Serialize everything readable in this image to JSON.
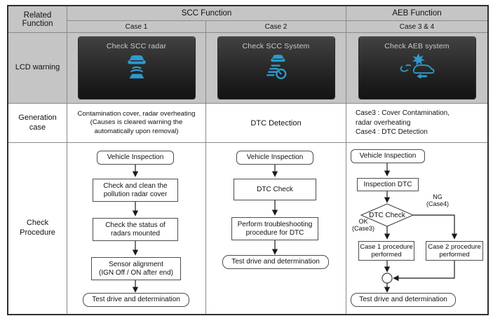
{
  "header": {
    "related_function": "Related\nFunction",
    "scc_function": "SCC Function",
    "aeb_function": "AEB Function",
    "case1": "Case 1",
    "case2": "Case 2",
    "case3_4": "Case 3 & 4"
  },
  "row_labels": {
    "lcd_warning": "LCD warning",
    "generation_case": "Generation\ncase",
    "check_procedure": "Check\nProcedure"
  },
  "lcd_warnings": {
    "case1": {
      "message": "Check SCC radar",
      "icon": "scc-radar-warning-icon"
    },
    "case2": {
      "message": "Check SCC System",
      "icon": "scc-system-warning-icon"
    },
    "case3_4": {
      "message": "Check AEB system",
      "icon": "aeb-collision-warning-icon"
    }
  },
  "generation_case": {
    "case1": "Contamination cover, radar overheating\n(Causes is cleared warning the\nautomatically upon removal)",
    "case2": "DTC Detection",
    "case3_4": "Case3 : Cover Contamination,\n radar overheating\nCase4 : DTC Detection"
  },
  "check_procedure": {
    "case1": {
      "steps": [
        "Vehicle Inspection",
        "Check and clean the\npollution radar cover",
        "Check the status of\nradars mounted",
        "Sensor alignment\n(IGN Off / ON after end)",
        "Test drive and determination"
      ]
    },
    "case2": {
      "steps": [
        "Vehicle Inspection",
        "DTC Check",
        "Perform troubleshooting\nprocedure for DTC",
        "Test drive and determination"
      ]
    },
    "case3_4": {
      "start": "Vehicle Inspection",
      "step1": "Inspection DTC",
      "decision": "DTC Check",
      "ok_label": "OK\n(Case3)",
      "ng_label": "NG\n(Case4)",
      "ok_branch": "Case 1 procedure\nperformed",
      "ng_branch": "Case 2 procedure\nperformed",
      "end": "Test drive and determination"
    }
  },
  "colors": {
    "header_bg": "#c5c5c5",
    "lcd_text": "#c9cbcd",
    "icon_blue": "#2d9bce",
    "lcd_bg_top": "#414141",
    "lcd_bg_bottom": "#141414"
  }
}
